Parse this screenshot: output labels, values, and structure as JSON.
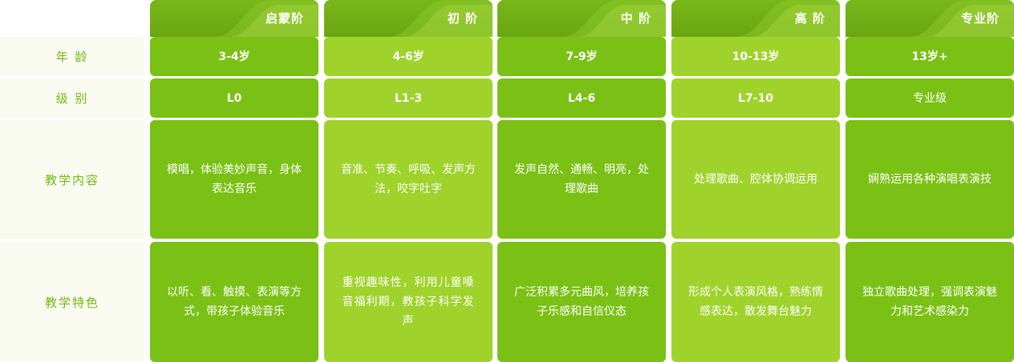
{
  "columns": [
    {
      "name": "启蒙阶"
    },
    {
      "name": "初 阶"
    },
    {
      "name": "中 阶"
    },
    {
      "name": "高 阶"
    },
    {
      "name": "专业阶"
    }
  ],
  "rows": [
    {
      "label": "年 龄",
      "values": [
        "3-4岁",
        "4-6岁",
        "7-9岁",
        "10-13岁",
        "13岁+"
      ]
    },
    {
      "label": "级 别",
      "values": [
        "L0",
        "L1-3",
        "L4-6",
        "L7-10",
        "专业级"
      ]
    },
    {
      "label": "教学内容",
      "values": [
        "模唱，体验美妙声音，身体表达音乐",
        "音准、节奏、呼吸、发声方法，咬字吐字",
        "发声自然、通畅、明亮，处理歌曲",
        "处理歌曲、腔体协调运用",
        "娴熟运用各种演唱表演技"
      ]
    },
    {
      "label": "教学特色",
      "values": [
        "以听、看、触摸、表演等方式，带孩子体验音乐",
        "重视趣味性，利用儿童嗓音福利期，教孩子科学发声",
        "广泛积累多元曲风，培养孩子乐感和自信仪态",
        "形成个人表演风格，熟练情感表达，散发舞台魅力",
        "独立歌曲处理，强调表演魅力和艺术感染力"
      ]
    }
  ],
  "colors": {
    "header": "#6ba713",
    "cell_dark": "#7ac015",
    "cell_light": "#9fd22b",
    "label_text": "#74b814",
    "label_bg": "#f9fbf0"
  }
}
